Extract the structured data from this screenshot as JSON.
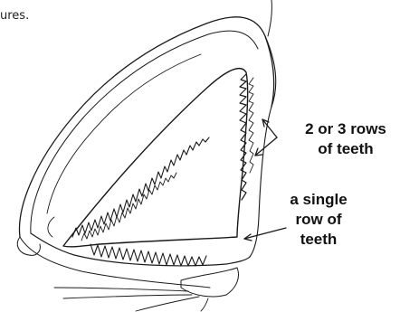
{
  "fragment_text": "ures.",
  "labels": {
    "upper": [
      "2 or 3 rows",
      "of teeth"
    ],
    "lower": [
      "a single",
      "row of",
      "teeth"
    ]
  }
}
